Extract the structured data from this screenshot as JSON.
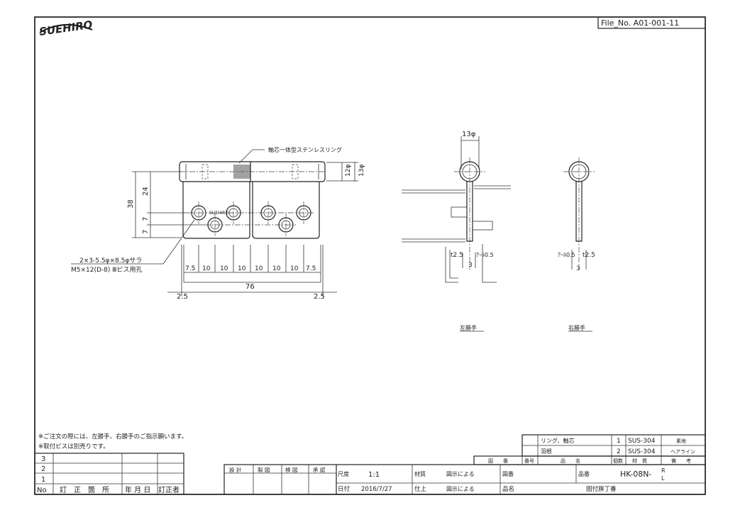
{
  "header": {
    "logo": "SUEHIRO",
    "file_no": "File_No.  A01-001-11"
  },
  "front_view": {
    "callout_ring": "軸芯一体型ステンレスリング",
    "dia_12": "12φ",
    "dia_13": "13φ",
    "dim_38": "38",
    "dim_24": "24",
    "dim_7a": "7",
    "dim_7b": "7",
    "hole_note_1": "2×3-5.5φ×8.5φサラ",
    "hole_note_2": "M5×12(D-8) Ⅲビス用孔",
    "pitch": [
      "7.5",
      "10",
      "10",
      "10",
      "10",
      "10",
      "10",
      "7.5"
    ],
    "dim_76": "76",
    "dim_25_left": "2.5",
    "dim_25_right": "2.5",
    "stamp": "SUEHIRO"
  },
  "side_views": {
    "top_dia": "13φ",
    "left_t": "t2.5",
    "left_r": "ｱｰﾙ0.5",
    "left_3": "3",
    "right_r": "ｱｰﾙ0.5",
    "right_t": "t2.5",
    "right_3": "3",
    "left_label": "左勝手",
    "right_label": "右勝手"
  },
  "notes": {
    "line1": "※ご注文の際には、左勝手、右勝手のご指示願います。",
    "line2": "※取付ビスは別売りです。"
  },
  "revision": {
    "rows": [
      "3",
      "2",
      "1"
    ],
    "headers": [
      "No",
      "訂　正　箇　所",
      "年 月 日",
      "訂正者"
    ]
  },
  "title_block": {
    "sign_headers": [
      "設 計",
      "製 図",
      "検 図",
      "承 認"
    ],
    "scale_label": "尺度",
    "scale_value": "1:1",
    "date_label": "日付",
    "date_value": "2016/7/27",
    "material_label": "材質",
    "material_value": "図示による",
    "finish_label": "仕上",
    "finish_value": "図示による",
    "drawing_no_label": "図番",
    "product_no_label": "品番",
    "product_no_value": "HK-08N-",
    "product_no_r": "R",
    "product_no_l": "L",
    "product_name_label": "品名",
    "product_name_value": "固付旗丁番"
  },
  "parts_list": {
    "rows": [
      {
        "name": "リング、軸芯",
        "qty": "1",
        "material": "SUS-304",
        "remark": "素地"
      },
      {
        "name": "羽根",
        "qty": "2",
        "material": "SUS-304",
        "remark": "ヘアライン"
      }
    ],
    "headers": [
      "図　　番",
      "番号",
      "品　　名",
      "個数",
      "材　質",
      "備　　考"
    ]
  }
}
